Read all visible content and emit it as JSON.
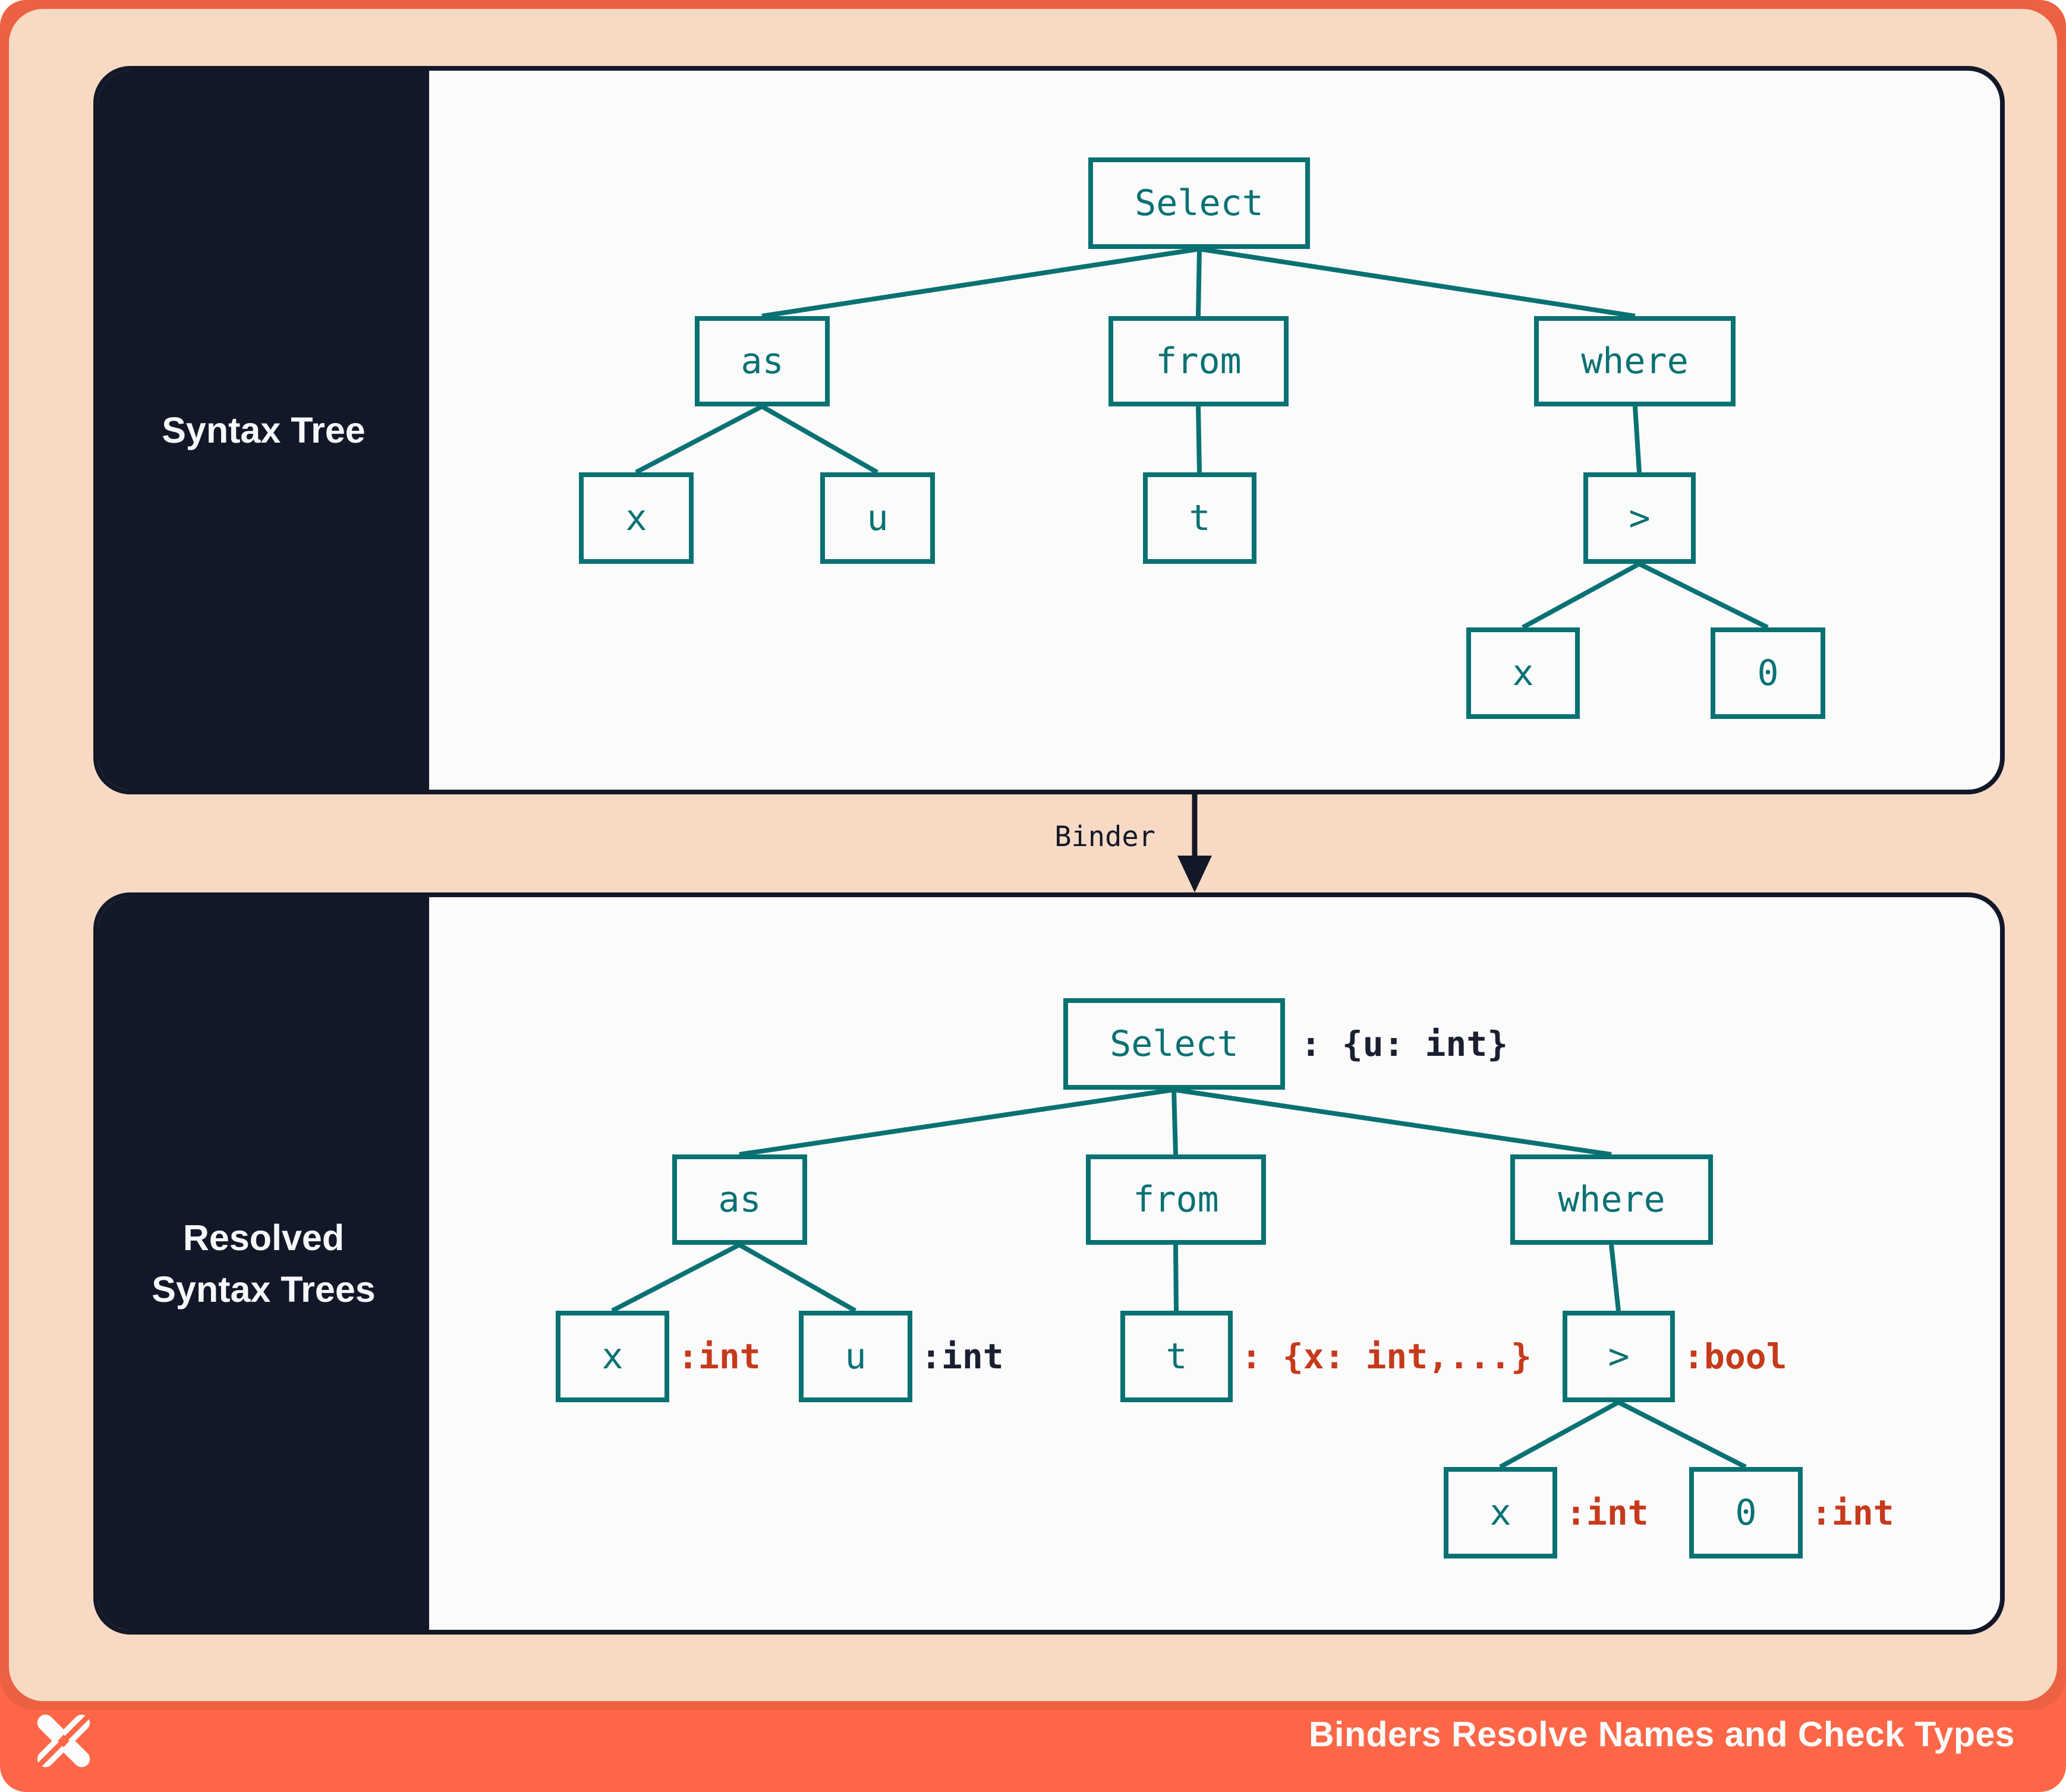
{
  "colors": {
    "frame_orange": "#EC6141",
    "footer_orange": "#FD6747",
    "peach_background": "#F8DAC4",
    "panel_background": "#FBFBFC",
    "navy": "#131829",
    "teal": "#0A7173",
    "red_annotation": "#C63A1C"
  },
  "top_panel": {
    "sidebar_label": "Syntax Tree",
    "nodes": {
      "select": "Select",
      "as": "as",
      "from": "from",
      "where": "where",
      "x1": "x",
      "u": "u",
      "t": "t",
      "gt": ">",
      "x2": "x",
      "zero": "0"
    }
  },
  "binder": {
    "label": "Binder"
  },
  "bottom_panel": {
    "sidebar_label_line1": "Resolved",
    "sidebar_label_line2": "Syntax Trees",
    "nodes": {
      "select": "Select",
      "as": "as",
      "from": "from",
      "where": "where",
      "x1": "x",
      "u": "u",
      "t": "t",
      "gt": ">",
      "x2": "x",
      "zero": "0"
    },
    "annotations": {
      "select": ": {u: int}",
      "x1": ":int",
      "u": ":int",
      "t": ": {x: int,...}",
      "gt": ":bool",
      "x2": ":int",
      "zero": ":int"
    }
  },
  "footer": {
    "title": "Binders Resolve Names and Check Types",
    "logo": "pinwheel-x-logo"
  }
}
